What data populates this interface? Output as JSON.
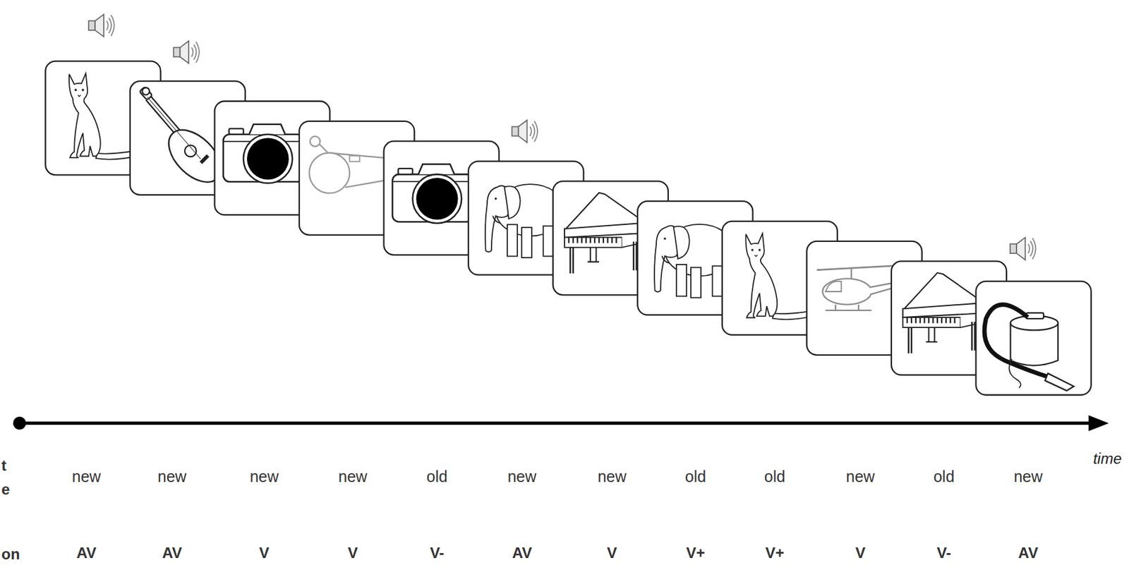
{
  "diagram": {
    "labels": [
      "t",
      "e",
      "new",
      "new",
      "new",
      "new",
      "old",
      "new",
      "new",
      "old",
      "old",
      "new",
      "old",
      "new",
      "time",
      "on",
      "AV",
      "AV",
      "V",
      "V",
      "V-",
      "AV",
      "V",
      "V+",
      "V+",
      "V",
      "V-",
      "AV"
    ]
  }
}
